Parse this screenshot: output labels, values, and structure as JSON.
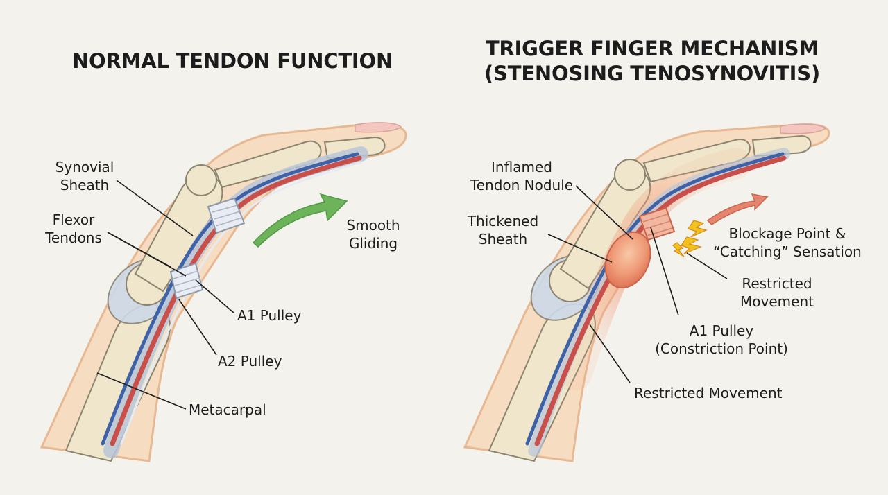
{
  "titles": {
    "left": "NORMAL TENDON FUNCTION",
    "right_line1": "TRIGGER FINGER MECHANISM",
    "right_line2": "(STENOSING TENOSYNOVITIS)"
  },
  "labels_left": {
    "synovial_1": "Synovial",
    "synovial_2": "Sheath",
    "flexor_1": "Flexor",
    "flexor_2": "Tendons",
    "smooth_1": "Smooth",
    "smooth_2": "Gliding",
    "a1": "A1 Pulley",
    "a2": "A2 Pulley",
    "metacarpal": "Metacarpal"
  },
  "labels_right": {
    "inflamed_1": "Inflamed",
    "inflamed_2": "Tendon Nodule",
    "thickened_1": "Thickened",
    "thickened_2": "Sheath",
    "blockage_1": "Blockage Point &",
    "blockage_2": "“Catching” Sensation",
    "restricted_1": "Restricted",
    "restricted_2": "Movement",
    "a1_1": "A1 Pulley",
    "a1_2": "(Constriction Point)",
    "restricted_bottom": "Restricted Movement"
  },
  "colors": {
    "background": "#f4f2ec",
    "skin": "#f6dcc0",
    "skin_outline": "#e7b892",
    "bone": "#efe6cb",
    "bone_outline": "#8a8470",
    "tendon_red": "#c9504a",
    "tendon_blue": "#3e62a8",
    "arrow_green": "#5aa64c",
    "arrow_red": "#e07a66",
    "inflammation": "#ec8c6c",
    "lightning": "#f2c21c"
  }
}
